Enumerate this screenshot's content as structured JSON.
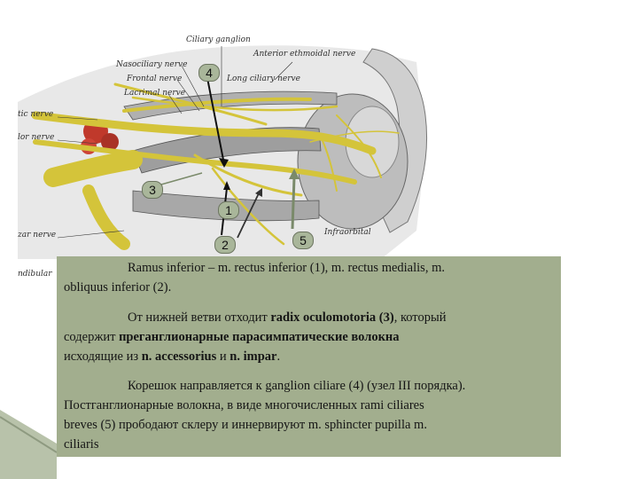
{
  "figure": {
    "labels": [
      {
        "name": "ciliary-ganglion",
        "text": "Ciliary ganglion"
      },
      {
        "name": "nasociliary-nerve",
        "text": "Nasociliary nerve"
      },
      {
        "name": "anterior-ethmoidal-nerve",
        "text": "Anterior ethmoidal nerve"
      },
      {
        "name": "frontal-nerve",
        "text": "Frontal nerve"
      },
      {
        "name": "long-ciliary-nerve",
        "text": "Long ciliary nerve"
      },
      {
        "name": "lacrimal-nerve",
        "text": "Lacrimal nerve"
      },
      {
        "name": "optic-nerve",
        "text": "tic nerve"
      },
      {
        "name": "left-nerve-2",
        "text": "lor nerve"
      },
      {
        "name": "left-nerve-3",
        "text": "zar nerve"
      },
      {
        "name": "infraorbital-nerve",
        "text": "Infraorbital"
      },
      {
        "name": "mandibular-nerve",
        "text": "ndibular"
      }
    ],
    "markers": [
      "4",
      "3",
      "1",
      "2",
      "5"
    ]
  },
  "text": {
    "p1_line1": "Ramus inferior – m. rectus inferior (1), m. rectus medialis, m.",
    "p1_line2": "obliquus inferior (2).",
    "p2_l1_a": "От нижней ветви отходит ",
    "p2_l1_b": "radix oculomotoria (3)",
    "p2_l1_c": ", который",
    "p2_l2_a": "содержит ",
    "p2_l2_b": "преганглионарные парасимпатические волокна",
    "p2_l3_a": "исходящие из ",
    "p2_l3_b": "n. accessorius",
    "p2_l3_c": " и ",
    "p2_l3_d": "n. impar",
    "p2_l3_e": ".",
    "p3_line1": "Корешок направляется к ganglion ciliare (4) (узел III порядка).",
    "p3_line2": "Постганглионарные волокна, в виде многочисленных rami ciliares",
    "p3_line3": "breves (5) прободают склеру и иннервируют m. sphincter pupilla m.",
    "p3_line4": "ciliaris"
  }
}
